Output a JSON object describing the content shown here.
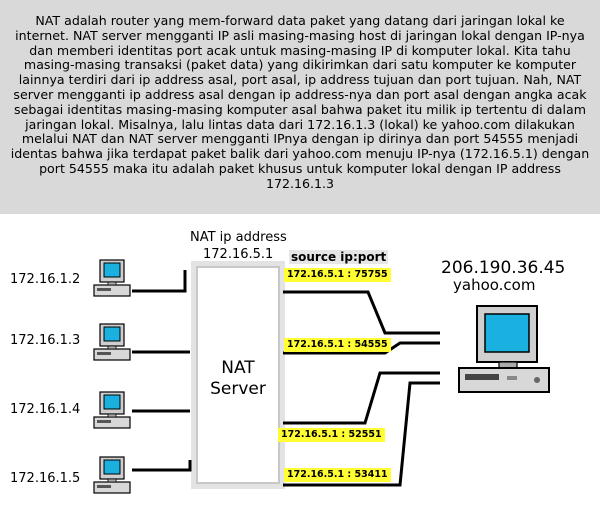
{
  "description": "NAT adalah router yang mem-forward data paket yang datang dari jaringan lokal ke internet. NAT server mengganti IP asli masing-masing host di jaringan lokal dengan IP-nya dan memberi identitas port acak untuk masing-masing IP di komputer lokal. Kita tahu masing-masing transaksi (paket data) yang dikirimkan dari satu komputer ke komputer lainnya terdiri dari ip address asal, port asal, ip address tujuan dan port tujuan. Nah, NAT server mengganti ip address asal dengan ip address-nya dan port asal dengan angka acak sebagai identitas masing-masing komputer asal bahwa paket itu milik ip tertentu di dalam jaringan lokal. Misalnya, lalu lintas data dari 172.16.1.3 (lokal) ke yahoo.com dilakukan melalui NAT dan NAT server mengganti IPnya dengan ip dirinya dan port 54555 menjadi identas bahwa jika terdapat paket balik dari yahoo.com menuju IP-nya (172.16.5.1) dengan port 54555 maka itu adalah paket khusus untuk komputer lokal dengan IP address 172.16.1.3",
  "nat": {
    "title": "NAT ip address",
    "ip": "172.16.5.1",
    "label_line1": "NAT",
    "label_line2": "Server"
  },
  "source_header": "source ip:port",
  "hosts": [
    {
      "ip": "172.16.1.2",
      "tag": "172.16.5.1 : 75755"
    },
    {
      "ip": "172.16.1.3",
      "tag": "172.16.5.1 : 54555"
    },
    {
      "ip": "172.16.1.4",
      "tag": "172.16.5.1 : 52551"
    },
    {
      "ip": "172.16.1.5",
      "tag": "172.16.5.1 : 53411"
    }
  ],
  "server": {
    "ip": "206.190.36.45",
    "name": "yahoo.com"
  },
  "colors": {
    "panel": "#d9d9d9",
    "tag": "#ffff33",
    "screen": "#1ab0e0"
  },
  "icons": [
    "computer-icon",
    "server-computer-icon"
  ]
}
